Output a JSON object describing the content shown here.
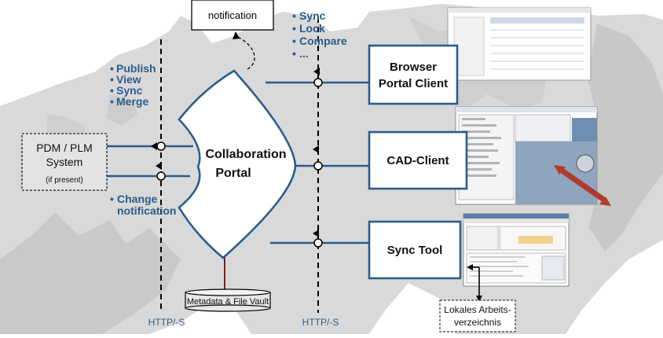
{
  "top_notification": "notification",
  "left_bullets": [
    "Publish",
    "View",
    "Sync",
    "Merge"
  ],
  "right_bullets": [
    "Sync",
    "Lock",
    "Compare",
    "..."
  ],
  "change_bullet": [
    "Change",
    "notification"
  ],
  "pdm": {
    "line1": "PDM / PLM",
    "line2": "System",
    "note": "(if present)"
  },
  "portal": {
    "line1": "Collaboration",
    "line2": "Portal"
  },
  "vault": "Metadata & File Vault",
  "clients": {
    "browser": [
      "Browser",
      "Portal Client"
    ],
    "cad": "CAD-Client",
    "sync": "Sync Tool"
  },
  "local_dir": [
    "Lokales Arbeits-",
    "verzeichnis"
  ],
  "http_left": "HTTP/-S",
  "http_right": "HTTP/-S",
  "colors": {
    "accent_blue": "#2a5d8c",
    "map_gray": "#d9d9d9",
    "map_dark": "#c6c6c6",
    "vault_red": "#8b1a1a"
  }
}
